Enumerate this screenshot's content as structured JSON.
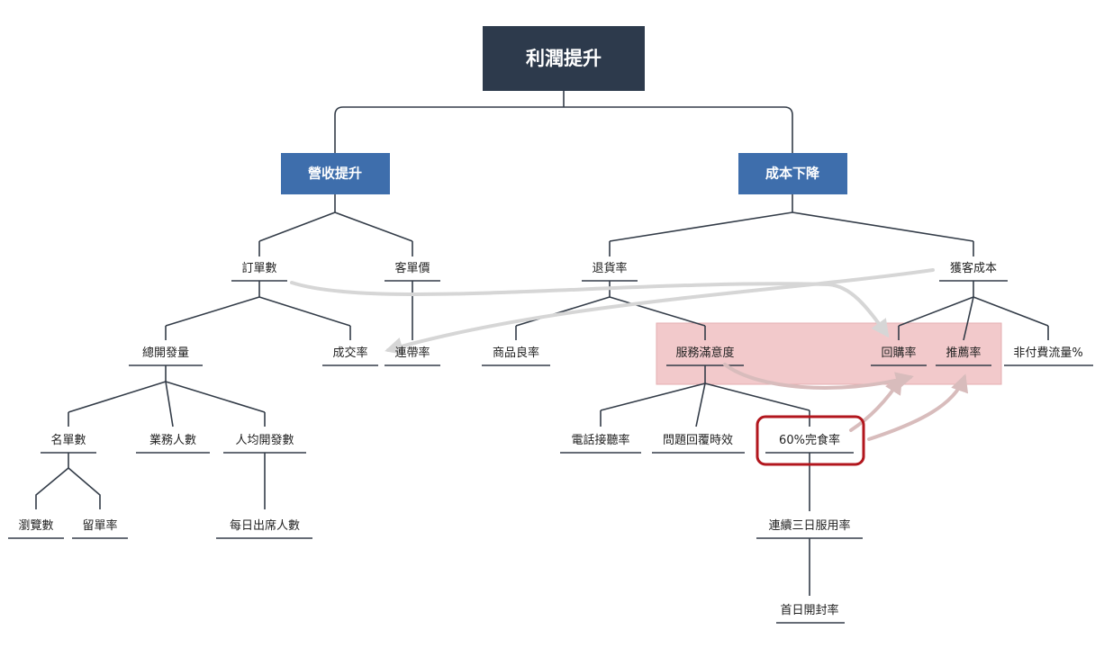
{
  "colors": {
    "root_fill": "#2d3a4c",
    "level1_fill": "#3e6eac",
    "line": "#333c48",
    "arrow": "#d6d6d6",
    "arrow_into_group": "#d8bcbc",
    "highlight_group": "#f2c9cb",
    "highlight_group_border": "#e4aeb1",
    "circle": "#b2161d"
  },
  "nodes": {
    "root": "利潤提升",
    "revenue": "營收提升",
    "cost": "成本下降",
    "orders": "訂單數",
    "aov": "客單價",
    "return_rate": "退貨率",
    "cac": "獲客成本",
    "total_dev": "總開發量",
    "conversion": "成交率",
    "attach": "連帶率",
    "product_quality": "商品良率",
    "service_sat": "服務滿意度",
    "repurchase": "回購率",
    "referral": "推薦率",
    "organic": "非付費流量%",
    "leads": "名單數",
    "sales_staff": "業務人數",
    "dev_per_person": "人均開發數",
    "call_answer": "電話接聽率",
    "reply_time": "問題回覆時效",
    "finish_rate": "60%完食率",
    "views": "瀏覽數",
    "signup": "留單率",
    "attendance": "每日出席人數",
    "three_day": "連續三日服用率",
    "first_open": "首日開封率"
  }
}
